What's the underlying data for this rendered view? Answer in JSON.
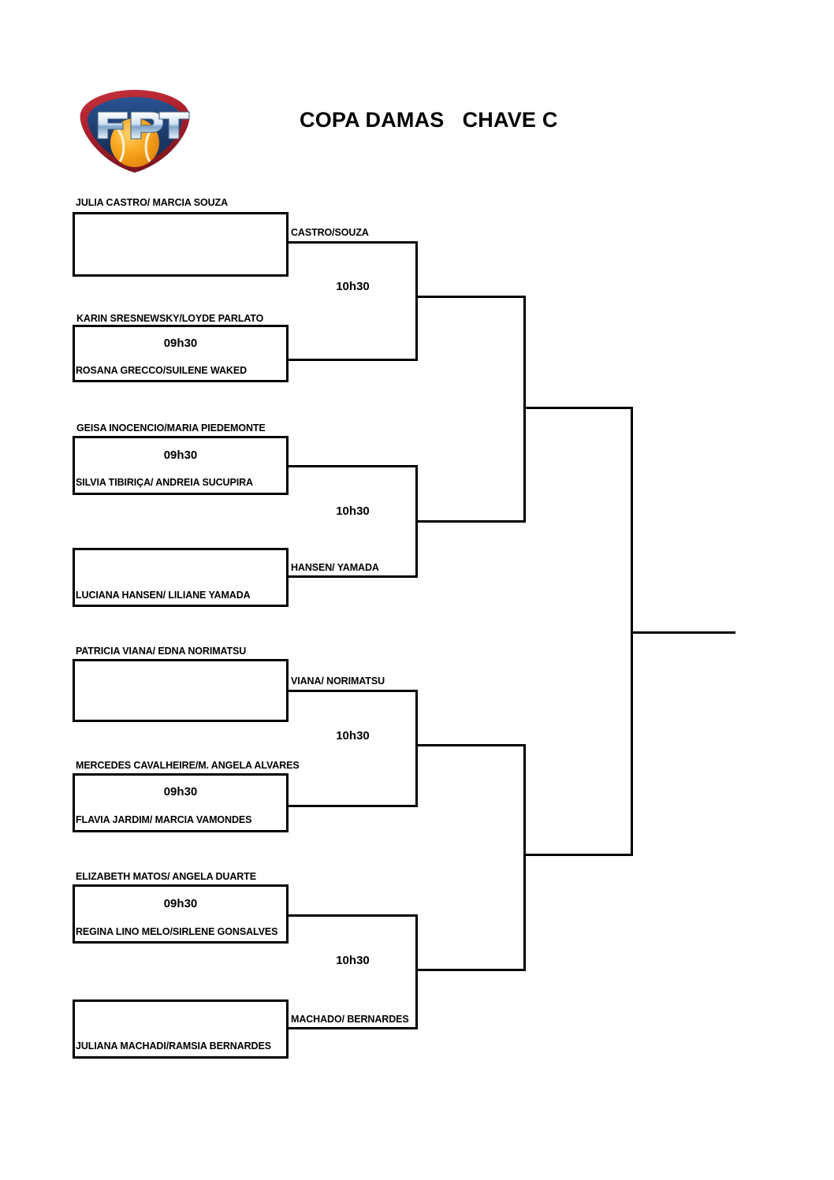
{
  "header": {
    "title": "COPA DAMAS   CHAVE C",
    "logo_alt": "FPT",
    "logo_text": "FPT"
  },
  "colors": {
    "line": "#000000",
    "background": "#ffffff",
    "logo_shield_blue": "#1b3a6b",
    "logo_rim_red": "#a9202c",
    "logo_ball_orange": "#f59b1c",
    "logo_text_silver": "#d8e4f0"
  },
  "bracket": {
    "round1": [
      {
        "id": "m1",
        "top_team": "JULIA CASTRO/ MARCIA SOUZA",
        "bottom_team": "",
        "time": "",
        "bye": true
      },
      {
        "id": "m2",
        "top_team": "KARIN SRESNEWSKY/LOYDE PARLATO",
        "bottom_team": "ROSANA GRECCO/SUILENE WAKED",
        "time": "09h30",
        "bye": false
      },
      {
        "id": "m3",
        "top_team": "GEISA INOCENCIO/MARIA PIEDEMONTE",
        "bottom_team": "SILVIA TIBIRIÇA/ ANDREIA SUCUPIRA",
        "time": "09h30",
        "bye": false
      },
      {
        "id": "m4",
        "top_team": "",
        "bottom_team": "LUCIANA HANSEN/ LILIANE YAMADA",
        "time": "",
        "bye": true
      },
      {
        "id": "m5",
        "top_team": "PATRICIA VIANA/ EDNA NORIMATSU",
        "bottom_team": "",
        "time": "",
        "bye": true
      },
      {
        "id": "m6",
        "top_team": "MERCEDES CAVALHEIRE/M. ANGELA ALVARES",
        "bottom_team": "FLAVIA JARDIM/ MARCIA VAMONDES",
        "time": "09h30",
        "bye": false
      },
      {
        "id": "m7",
        "top_team": "ELIZABETH MATOS/ ANGELA DUARTE",
        "bottom_team": "REGINA LINO MELO/SIRLENE GONSALVES",
        "time": "09h30",
        "bye": false
      },
      {
        "id": "m8",
        "top_team": "",
        "bottom_team": "JULIANA MACHADI/RAMSIA BERNARDES",
        "time": "",
        "bye": true
      }
    ],
    "quarterfinals": [
      {
        "id": "qf1",
        "advancing_top": "CASTRO/SOUZA",
        "advancing_bottom": "",
        "time": "10h30"
      },
      {
        "id": "qf2",
        "advancing_top": "",
        "advancing_bottom": "HANSEN/ YAMADA",
        "time": "10h30"
      },
      {
        "id": "qf3",
        "advancing_top": "VIANA/ NORIMATSU",
        "advancing_bottom": "",
        "time": "10h30"
      },
      {
        "id": "qf4",
        "advancing_top": "",
        "advancing_bottom": "MACHADO/ BERNARDES",
        "time": "10h30"
      }
    ],
    "semifinals": [
      {
        "id": "sf1",
        "label": "",
        "time": ""
      },
      {
        "id": "sf2",
        "label": "",
        "time": ""
      }
    ],
    "final": {
      "id": "final",
      "label": "",
      "time": ""
    }
  }
}
